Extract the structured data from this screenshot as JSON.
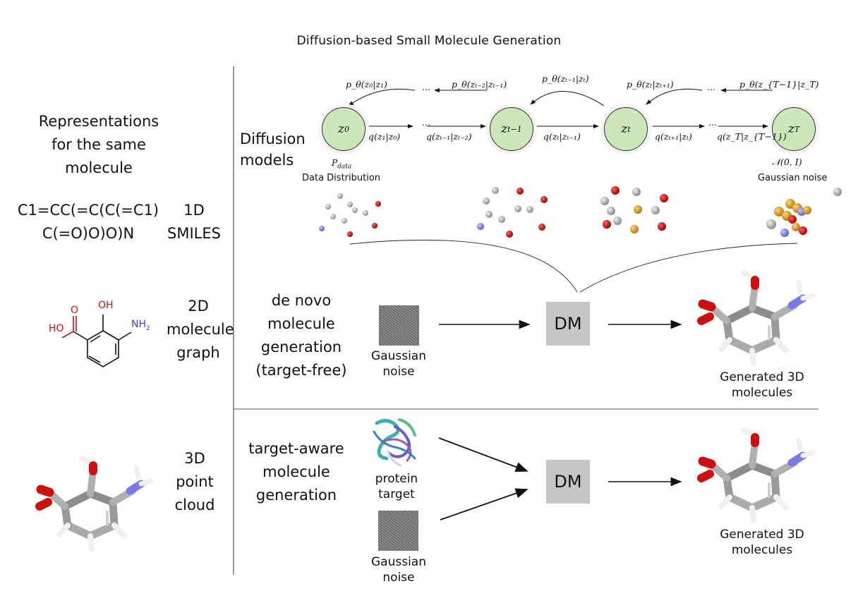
{
  "title": "Diffusion-based Small Molecule Generation",
  "left": {
    "heading": [
      "Representations",
      "for the same",
      "molecule"
    ],
    "smiles": [
      "C1=CC(=C(C(=C1)",
      "C(=O)O)O)N"
    ],
    "rep_1d": [
      "1D",
      "SMILES"
    ],
    "rep_2d": [
      "2D",
      "molecule",
      "graph"
    ],
    "rep_3d": [
      "3D",
      "point",
      "cloud"
    ],
    "graph_labels": {
      "oh_top": "OH",
      "ho_left": "HO",
      "o_left": "O",
      "nh2": "NH",
      "nh2_sub": "2"
    }
  },
  "diffusion": {
    "label": [
      "Diffusion",
      "models"
    ],
    "nodes": [
      {
        "main": "z",
        "sub": "0"
      },
      {
        "main": "z",
        "sub": "t−1"
      },
      {
        "main": "z",
        "sub": "t"
      },
      {
        "main": "z",
        "sub": "T"
      }
    ],
    "forward_labels": [
      "q(z₁|z₀)",
      "q(zₜ₋₁|zₜ₋₂)",
      "q(zₜ|zₜ₋₁)",
      "q(zₜ₊₁|zₜ)",
      "q(z_T|z_{T−1})"
    ],
    "reverse_labels": [
      "p_θ(z₀|z₁)",
      "p_θ(zₜ₋₂|zₜ₋₁)",
      "p_θ(zₜ₋₁|zₜ)",
      "p_θ(zₜ|zₜ₊₁)",
      "p_θ(z_{T−1}|z_T)"
    ],
    "ellipsis": "...",
    "p_data": "P",
    "p_data_sub": "data",
    "data_distribution": "Data Distribution",
    "normal": "𝒩(0, I)",
    "gaussian_noise": "Gaussian noise"
  },
  "denovo": {
    "label": [
      "de novo",
      "molecule",
      "generation",
      "(target-free)"
    ],
    "input_label": [
      "Gaussian",
      "noise"
    ],
    "dm": "DM",
    "output_label": [
      "Generated 3D",
      "molecules"
    ]
  },
  "target_aware": {
    "label": [
      "target-aware",
      "molecule",
      "generation"
    ],
    "protein_label": [
      "protein",
      "target"
    ],
    "noise_label": [
      "Gaussian",
      "noise"
    ],
    "dm": "DM",
    "output_label": [
      "Generated 3D",
      "molecules"
    ]
  },
  "colors": {
    "node_fill": "#cde8b8",
    "dm_fill": "#c6c6c6",
    "oxygen": "#d01010",
    "nitrogen": "#6f6fe0",
    "carbon": "#a8a8a8",
    "sulfur": "#d09a20"
  }
}
